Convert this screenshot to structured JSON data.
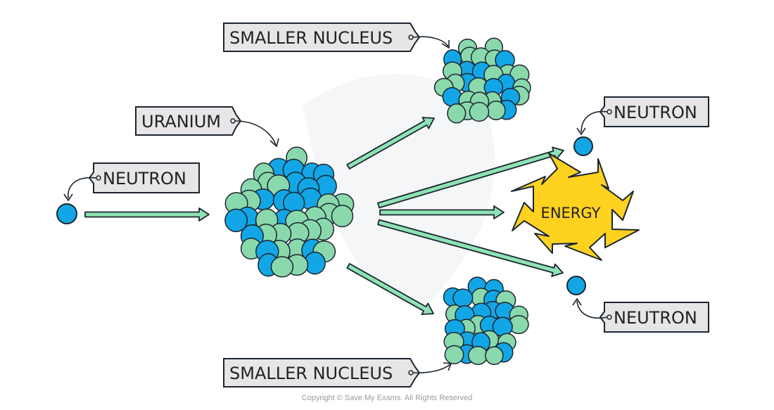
{
  "labels": {
    "neutron_incoming": "NEUTRON",
    "uranium": "URANIUM",
    "smaller_nucleus_top": "SMALLER NUCLEUS",
    "smaller_nucleus_bottom": "SMALLER NUCLEUS",
    "neutron_top": "NEUTRON",
    "neutron_bottom": "NEUTRON",
    "energy": "ENERGY"
  },
  "footer": {
    "copyright": "Copyright © Save My Exams. All Rights Reserved"
  },
  "colors": {
    "neutron_blue": "#12a6e6",
    "proton_green": "#8ad9ad",
    "arrow_fill": "#8de3b4",
    "tag_fill": "#e6e6e6",
    "energy_fill": "#ffd21f",
    "outline": "#1c2530"
  },
  "icons": [
    "neutron-icon",
    "nucleus-icon",
    "arrow-icon",
    "energy-burst-icon",
    "label-tag-icon"
  ]
}
